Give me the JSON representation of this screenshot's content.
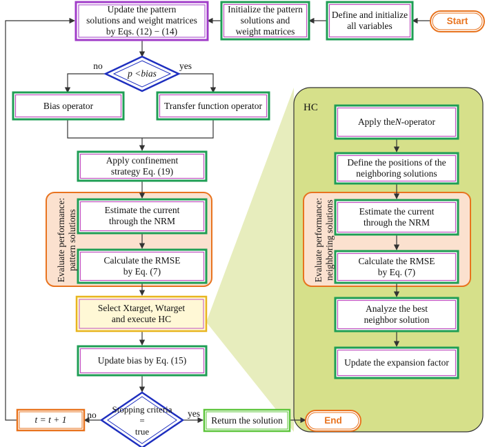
{
  "nodes": {
    "start": "Start",
    "define": "Define and initialize\nall variables",
    "init": "Initialize the pattern\nsolutions and\nweight matrices",
    "update_pattern": "Update the pattern\nsolutions and weight matrices\nby Eqs. (12) − (14)",
    "decision_p_prefix": "p < ",
    "decision_p_var": "bias",
    "no1": "no",
    "yes1": "yes",
    "bias_op": "Bias operator",
    "transfer_op": "Transfer function operator",
    "confinement": "Apply confinement\nstrategy Eq. (19)",
    "estimate_current": "Estimate the current\nthrough the NRM",
    "calc_rmse": "Calculate the RMSE\nby Eq. (7)",
    "eval_pattern": "Evaluate performance:\npattern solutions",
    "select": "Select Xtarget, Wtarget\nand execute HC",
    "update_bias": "Update bias by Eq. (15)",
    "stopping": "Stopping criteria\n=\ntrue",
    "no2": "no",
    "yes2": "yes",
    "t_update": "t = t + 1",
    "return": "Return the solution",
    "end": "End"
  },
  "hc": {
    "title": "HC",
    "apply_n_prefix": "Apply the ",
    "apply_n_var": "N",
    "apply_n_suffix": "-operator",
    "define_positions": "Define the positions of the\nneighboring solutions",
    "estimate_current": "Estimate the current\nthrough the NRM",
    "calc_rmse": "Calculate the RMSE\nby Eq. (7)",
    "eval_neighbor": "Evaluate performance:\nneighboring solutions",
    "analyze": "Analyze the best\nneighbor solution",
    "expansion": "Update the expansion factor"
  },
  "colors": {
    "green_border": "#1f9e55",
    "pink_inner": "#c050c0",
    "orange": "#e8731e",
    "blue": "#1e2fbf",
    "olive_fill": "#d6e08a",
    "olive_light": "#e7edbd",
    "salmon_fill": "#fbe1cf",
    "yellow_fill": "#fff8d6",
    "purple": "#a03cc8"
  }
}
